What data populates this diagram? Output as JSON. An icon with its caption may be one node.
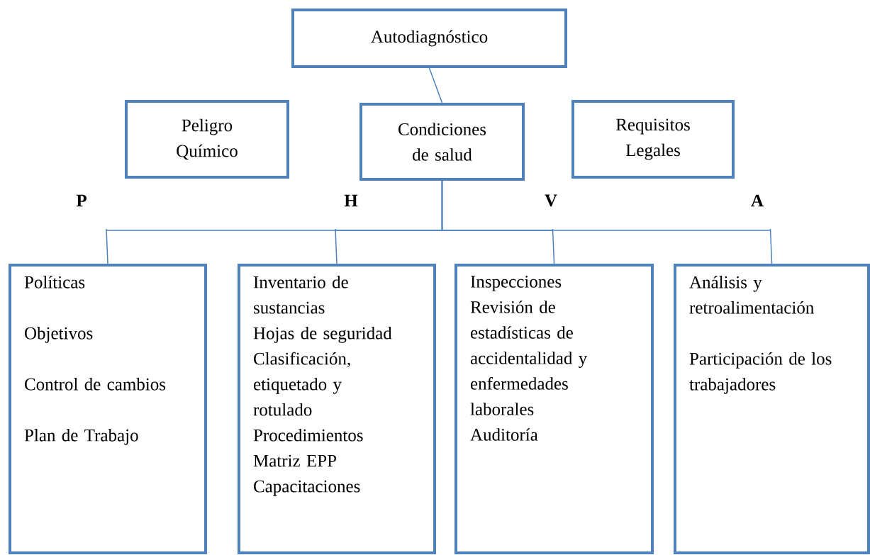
{
  "diagram": {
    "nodes": [
      {
        "text": [
          "Autodiagnóstico"
        ]
      },
      {
        "text": [
          "Peligro Químico"
        ]
      },
      {
        "text": [
          "Condiciones de salud"
        ]
      },
      {
        "text": [
          "Requisitos Legales"
        ]
      },
      {
        "text": [
          "Políticas",
          "Objetivos",
          "Control de cambios",
          "Plan de Trabajo"
        ]
      },
      {
        "text": [
          "Inventario de sustancias",
          "Hojas de seguridad",
          "Clasificación, etiquetado y rotulado",
          "Procedimientos",
          "Matriz EPP",
          "Capacitaciones"
        ]
      },
      {
        "text": [
          "Inspecciones",
          "Revisión de estadísticas de accidentalidad y enfermedades laborales",
          "Auditoría"
        ]
      },
      {
        "text": [
          "Análisis y retroalimentación",
          "Participación de los trabajadores"
        ]
      }
    ],
    "edges": [
      {
        "from": 0,
        "to": 2,
        "arrow": "none"
      },
      {
        "from": 2,
        "to": 4,
        "arrow": "none"
      },
      {
        "from": 2,
        "to": 5,
        "arrow": "none"
      },
      {
        "from": 2,
        "to": 6,
        "arrow": "none"
      },
      {
        "from": 2,
        "to": 7,
        "arrow": "none"
      }
    ],
    "labels": [
      "P",
      "H",
      "V",
      "A"
    ]
  }
}
